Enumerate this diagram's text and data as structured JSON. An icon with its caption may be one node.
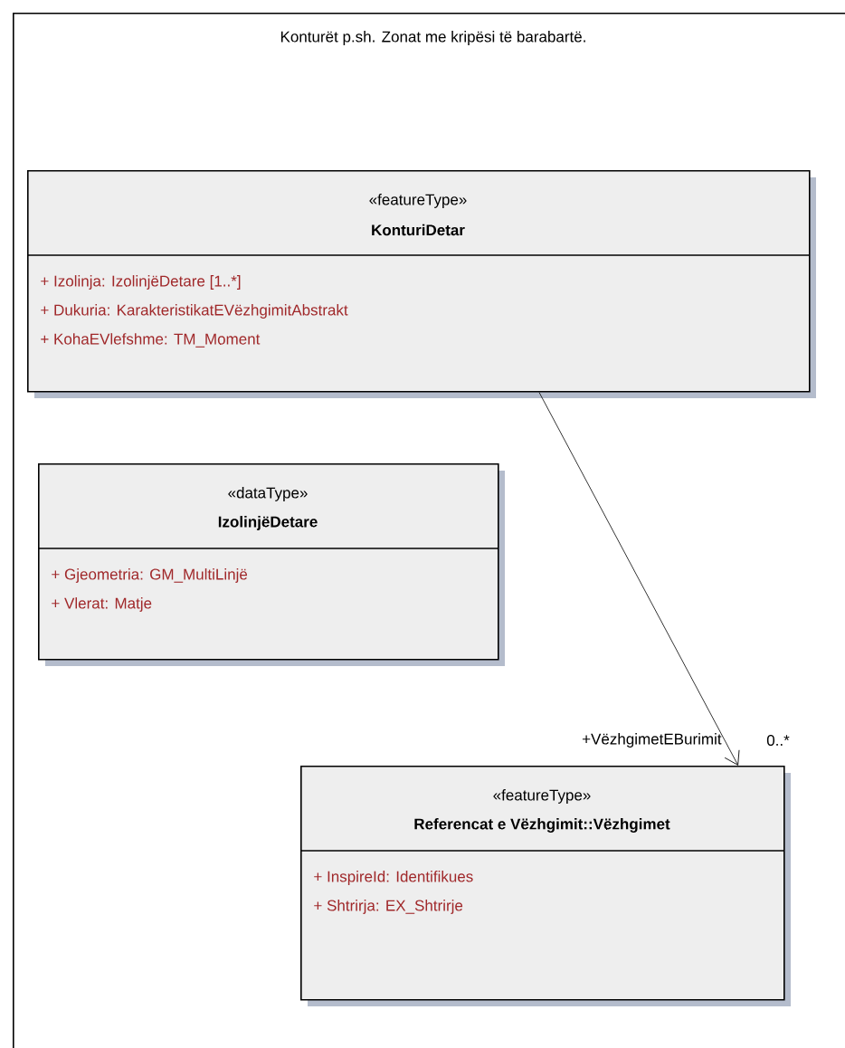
{
  "diagram": {
    "nodes": [
      {
        "text": [
          "Konturët p.sh. Zonat me kripësi të barabartë."
        ]
      },
      {
        "text": [
          "«featureType»",
          "KonturiDetar",
          "+ Izolinja: IzolinjëDetare [1..*]",
          "+ Dukuria: KarakteristikatEVëzhgimitAbstrakt",
          "+ KohaEVlefshme: TM_Moment"
        ],
        "in": 0
      },
      {
        "text": [
          "«dataType»",
          "IzolinjëDetare",
          "+ Gjeometria: GM_MultiLinjë",
          "+ Vlerat: Matje"
        ],
        "in": 0
      },
      {
        "text": [
          "«featureType»",
          "Referencat e Vëzhgimit::Vëzhgimet",
          "+ InspireId: Identifikues",
          "+ Shtrirja: EX_Shtrirje"
        ],
        "in": 0
      }
    ],
    "edges": [
      {
        "from": 1,
        "to": 3,
        "arrow": "to",
        "label": "+VëzhgimetEBurimit"
      }
    ],
    "labels": [
      "0..*"
    ]
  }
}
